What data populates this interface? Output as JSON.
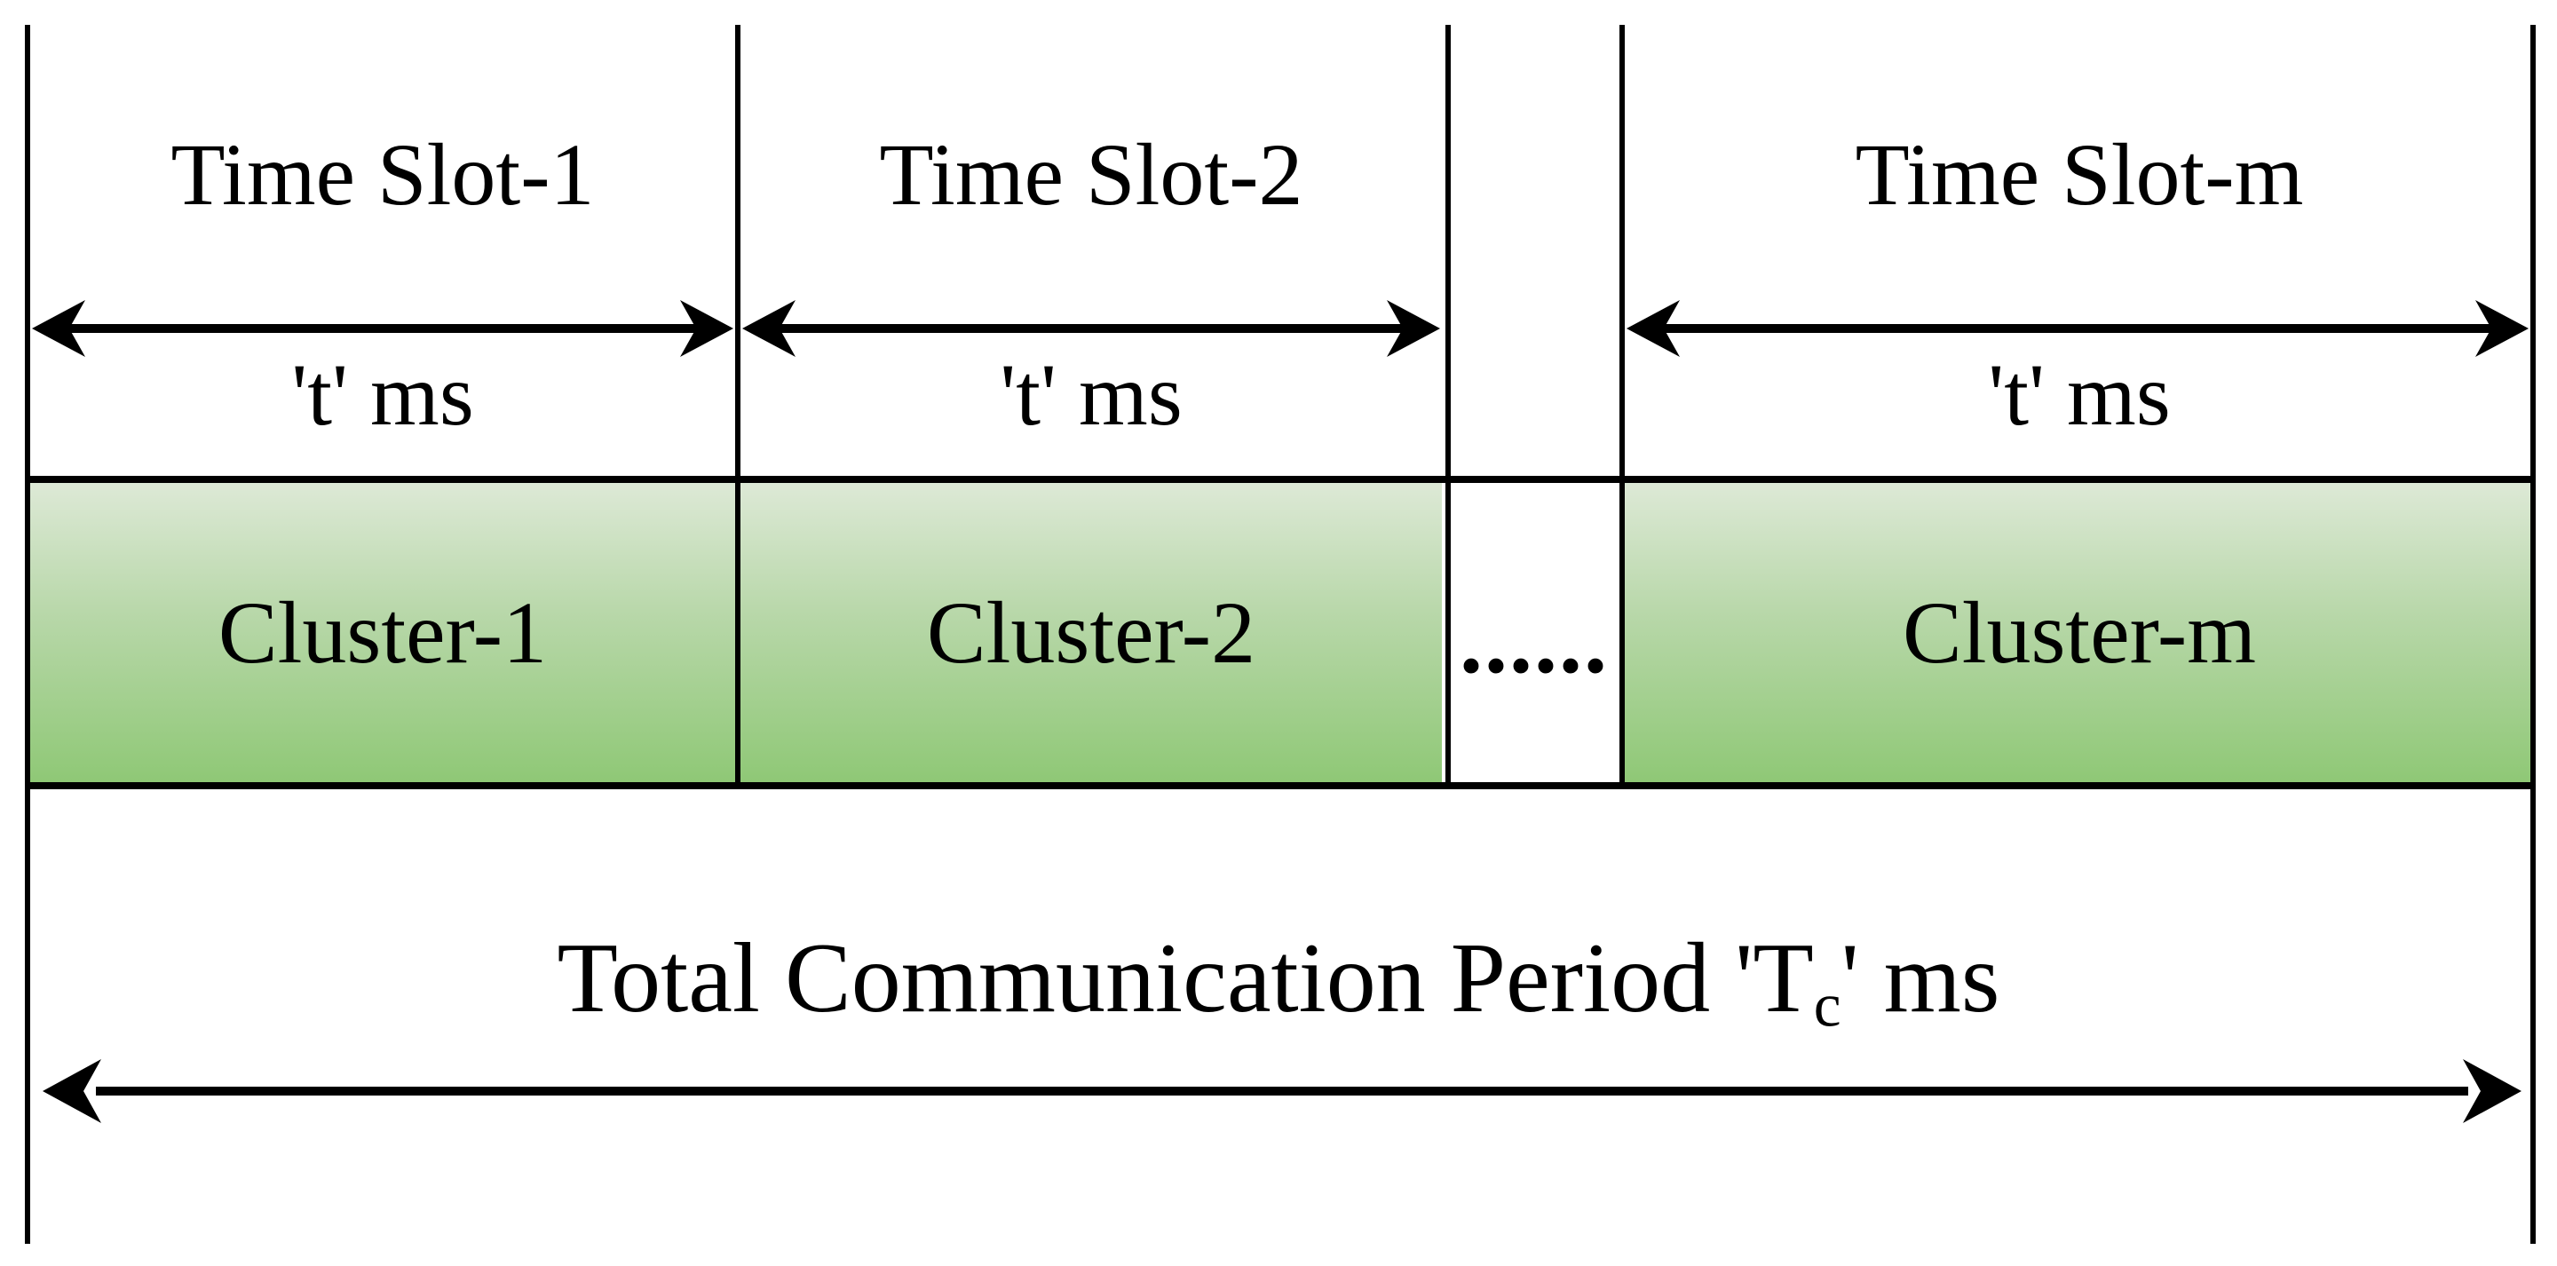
{
  "diagram": {
    "title_semantics": "TDMA communication period timing diagram",
    "slots": [
      {
        "label": "Time Slot-1",
        "duration": "'t' ms",
        "cluster": "Cluster-1"
      },
      {
        "label": "Time Slot-2",
        "duration": "'t' ms",
        "cluster": "Cluster-2"
      },
      {
        "label": "Time Slot-m",
        "duration": "'t' ms",
        "cluster": "Cluster-m"
      }
    ],
    "ellipsis": "......",
    "total": {
      "prefix": "Total Communication Period 'T",
      "subscript": "c",
      "suffix": "' ms"
    },
    "colors": {
      "line": "#000000",
      "cluster_gradient_top": "#dde9d6",
      "cluster_gradient_mid": "#b7d7a8",
      "cluster_gradient_bottom": "#8fc876"
    }
  }
}
